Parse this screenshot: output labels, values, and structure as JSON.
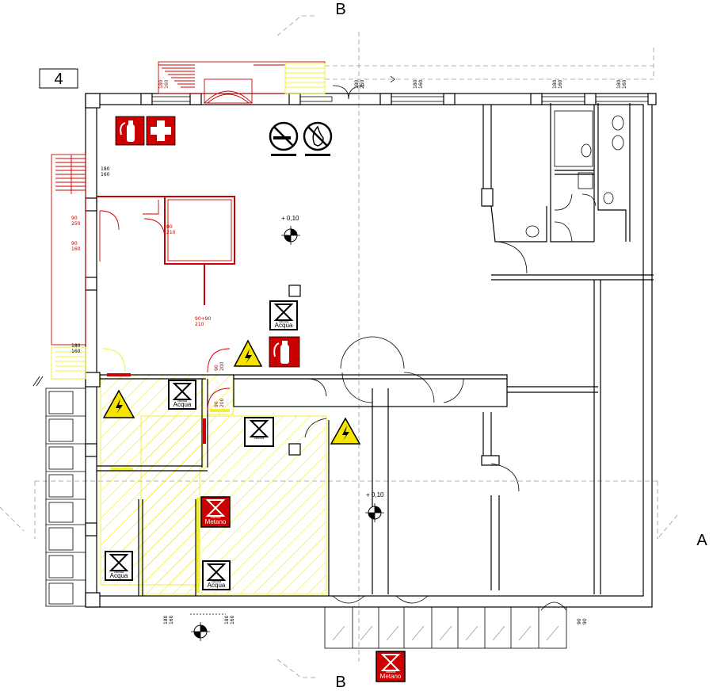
{
  "plan": {
    "floor_number": "4",
    "sections": {
      "b_top": "B",
      "b_bottom": "B",
      "a_right": "A"
    },
    "elevations": {
      "level_upper": "+ 0,10",
      "level_lower": "+ 0,10"
    },
    "dimensions": {
      "top_stair_1": "180",
      "top_stair_2": "160",
      "top_door_1": "180",
      "top_door_2": "250",
      "top_win_1": "180",
      "top_win_2": "160",
      "top_win_3": "180",
      "top_win_4": "160",
      "top_win_5": "180",
      "top_win_6": "160",
      "left_win_1": "180",
      "left_win_2": "160",
      "left_red_1a": "90",
      "left_red_1b": "250",
      "left_red_2a": "90",
      "left_red_2b": "160",
      "left_low_1": "180",
      "left_low_2": "160",
      "room_door_a": "80",
      "room_door_b": "210",
      "corridor_door_a": "90+90",
      "corridor_door_b": "210",
      "door_v1_a": "90",
      "door_v1_b": "200",
      "door_v2_a": "90",
      "door_v2_b": "200",
      "bottom_1": "180",
      "bottom_2": "160",
      "bottom_3": "180",
      "bottom_4": "160",
      "right_bottom_1": "90",
      "right_bottom_2": "90"
    },
    "signs": {
      "valve_label_small": "valvola",
      "water_label": "Acqua",
      "methane_label": "Metano"
    },
    "colors": {
      "wall": "#000000",
      "fire_red": "#cc0000",
      "hatch_yellow": "#f2ef3a",
      "warning_yellow": "#f5e400",
      "grid_gray": "#9a9a9a"
    }
  }
}
